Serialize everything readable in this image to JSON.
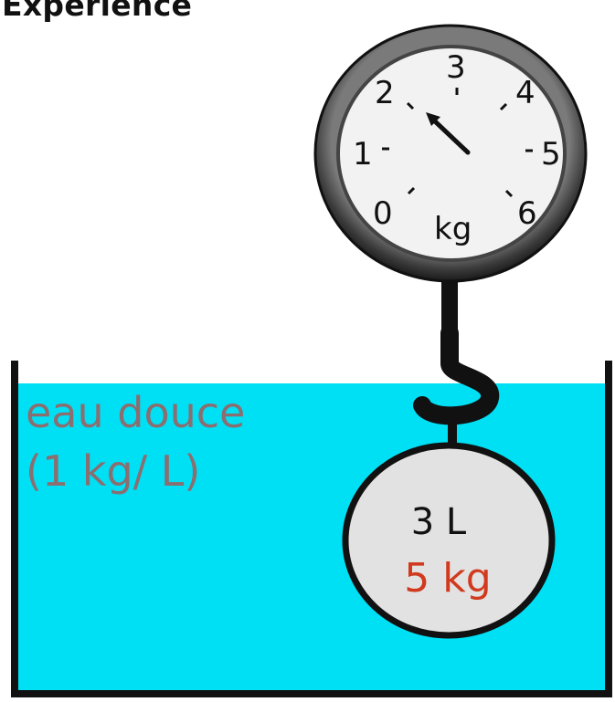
{
  "title": "Experience",
  "scale": {
    "dial_numbers": [
      "0",
      "1",
      "2",
      "3",
      "4",
      "5",
      "6"
    ],
    "unit": "kg"
  },
  "tank": {
    "line1": "eau  douce",
    "line2": "(1  kg/ L)"
  },
  "weight": {
    "volume": "3 L",
    "mass": "5  kg"
  },
  "colors": {
    "water": "#00e0f5",
    "tank_label": "#8a6e70",
    "mass_label": "#d13a1e",
    "ball": "#e2e2e2",
    "dial_rim": "#555555"
  }
}
